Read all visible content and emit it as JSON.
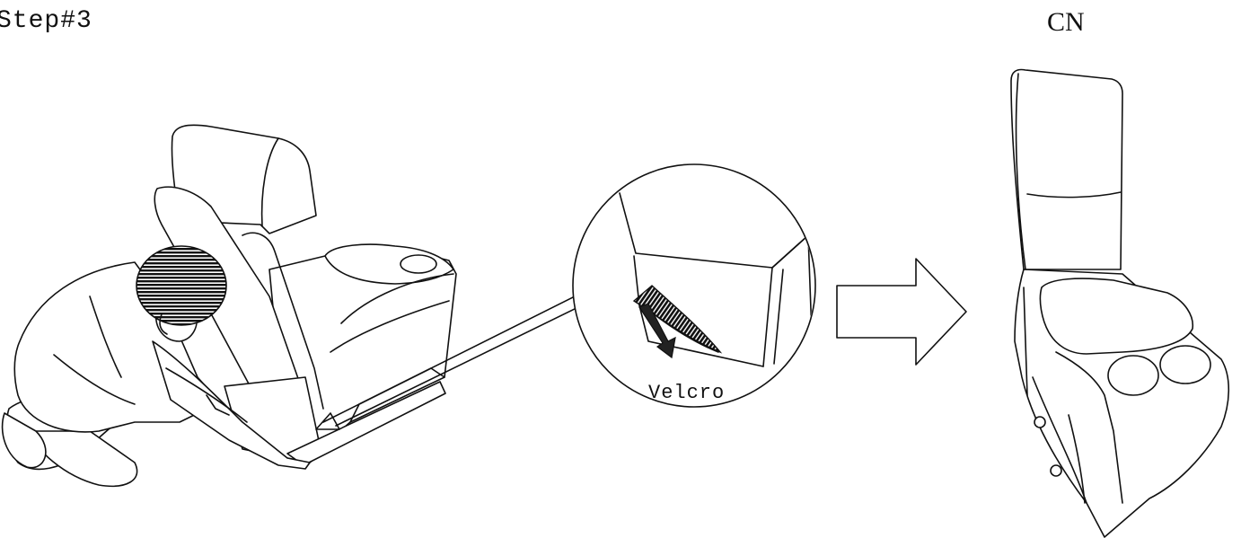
{
  "step_label": "Step#3",
  "model_label": "CN",
  "callout_label": "Velcro",
  "colors": {
    "line": "#111111",
    "background": "#ffffff"
  }
}
